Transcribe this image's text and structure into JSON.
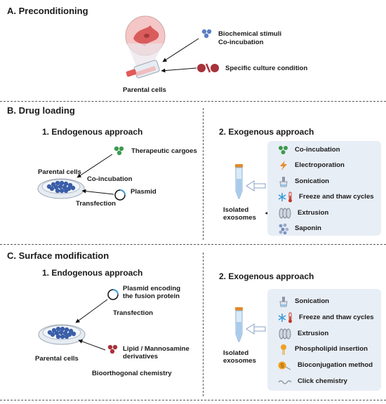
{
  "sections": {
    "a": {
      "title": "A. Preconditioning",
      "label_biochem": "Biochemical stimuli",
      "label_coinc": "Co-incubation",
      "label_culture": "Specific culture condition",
      "label_parental": "Parental cells"
    },
    "b": {
      "title": "B. Drug loading",
      "endo_title": "1. Endogenous approach",
      "exo_title": "2. Exogenous approach",
      "endo": {
        "therapeutic": "Therapeutic cargoes",
        "parental": "Parental cells",
        "coinc": "Co-incubation",
        "plasmid": "Plasmid",
        "transfection": "Transfection"
      },
      "isolated_1": "Isolated",
      "isolated_2": "exosomes",
      "methods": [
        {
          "label": "Co-incubation",
          "icon": "green-dots-icon"
        },
        {
          "label": "Electroporation",
          "icon": "lightning-icon"
        },
        {
          "label": "Sonication",
          "icon": "sonicator-icon"
        },
        {
          "label": "Freeze and thaw cycles",
          "icon": "snowflake-thermometer-icon"
        },
        {
          "label": "Extrusion",
          "icon": "membrane-filter-icon"
        },
        {
          "label": "Saponin",
          "icon": "saponin-dots-icon"
        }
      ]
    },
    "c": {
      "title": "C. Surface modification",
      "endo_title": "1. Endogenous approach",
      "exo_title": "2. Exogenous approach",
      "endo": {
        "plasmid_1": "Plasmid encoding",
        "plasmid_2": "the fusion protein",
        "transfection": "Transfection",
        "lipid_1": "Lipid / Mannosamine",
        "lipid_2": "derivatives",
        "parental": "Parental cells",
        "bioortho": "Bioorthogonal chemistry"
      },
      "isolated_1": "Isolated",
      "isolated_2": "exosomes",
      "methods": [
        {
          "label": "Sonication",
          "icon": "sonicator-icon"
        },
        {
          "label": "Freeze and thaw cycles",
          "icon": "snowflake-thermometer-icon"
        },
        {
          "label": "Extrusion",
          "icon": "membrane-filter-icon"
        },
        {
          "label": "Phospholipid insertion",
          "icon": "phospholipid-icon"
        },
        {
          "label": "Bioconjugation method",
          "icon": "bioconjugation-icon"
        },
        {
          "label": "Click chemistry",
          "icon": "wave-icon"
        }
      ]
    }
  },
  "colors": {
    "panel": "#e8eef6",
    "blue_dot": "#5b7fc4",
    "green_dot": "#3c9a4e",
    "red_dot": "#a8323b",
    "cell_pink": "#f5c6c6",
    "cell_red": "#d95c5c",
    "dish_blue": "#3a5ea8",
    "tube_orange": "#e08a2a"
  }
}
